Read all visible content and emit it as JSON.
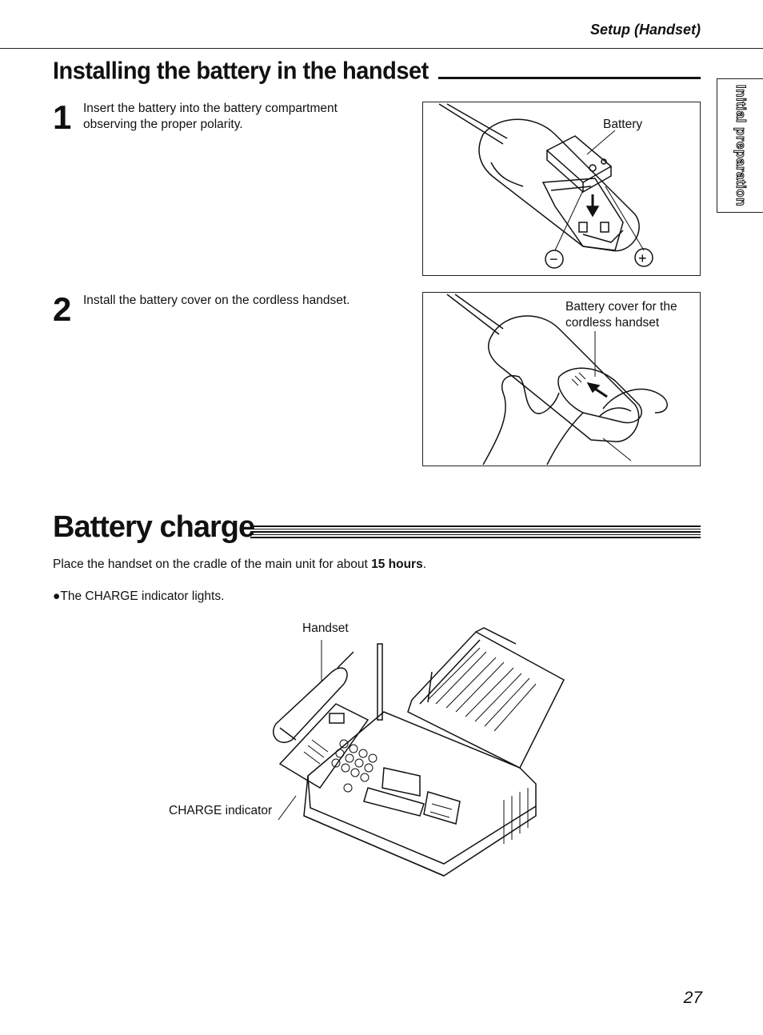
{
  "header": {
    "section": "Setup (Handset)"
  },
  "tab": {
    "label": "Initial preparation"
  },
  "install": {
    "title": "Installing the battery in the handset",
    "steps": [
      {
        "num": "1",
        "lines": [
          "Insert the battery into the battery compartment",
          "observing the proper polarity."
        ]
      },
      {
        "num": "2",
        "lines": [
          "Install the battery cover on the cordless handset."
        ]
      }
    ],
    "fig1": {
      "label": "Battery",
      "minus": "−",
      "plus": "+"
    },
    "fig2": {
      "label_line1": "Battery cover for the",
      "label_line2": "cordless handset"
    }
  },
  "charge": {
    "title": "Battery charge",
    "text_before": "Place the handset on the cradle of the main unit for about ",
    "text_bold": "15 hours",
    "text_after": ".",
    "bullet": "●The CHARGE indicator lights.",
    "fig3": {
      "handset_label": "Handset",
      "indicator_label": "CHARGE indicator"
    }
  },
  "page_number": "27"
}
